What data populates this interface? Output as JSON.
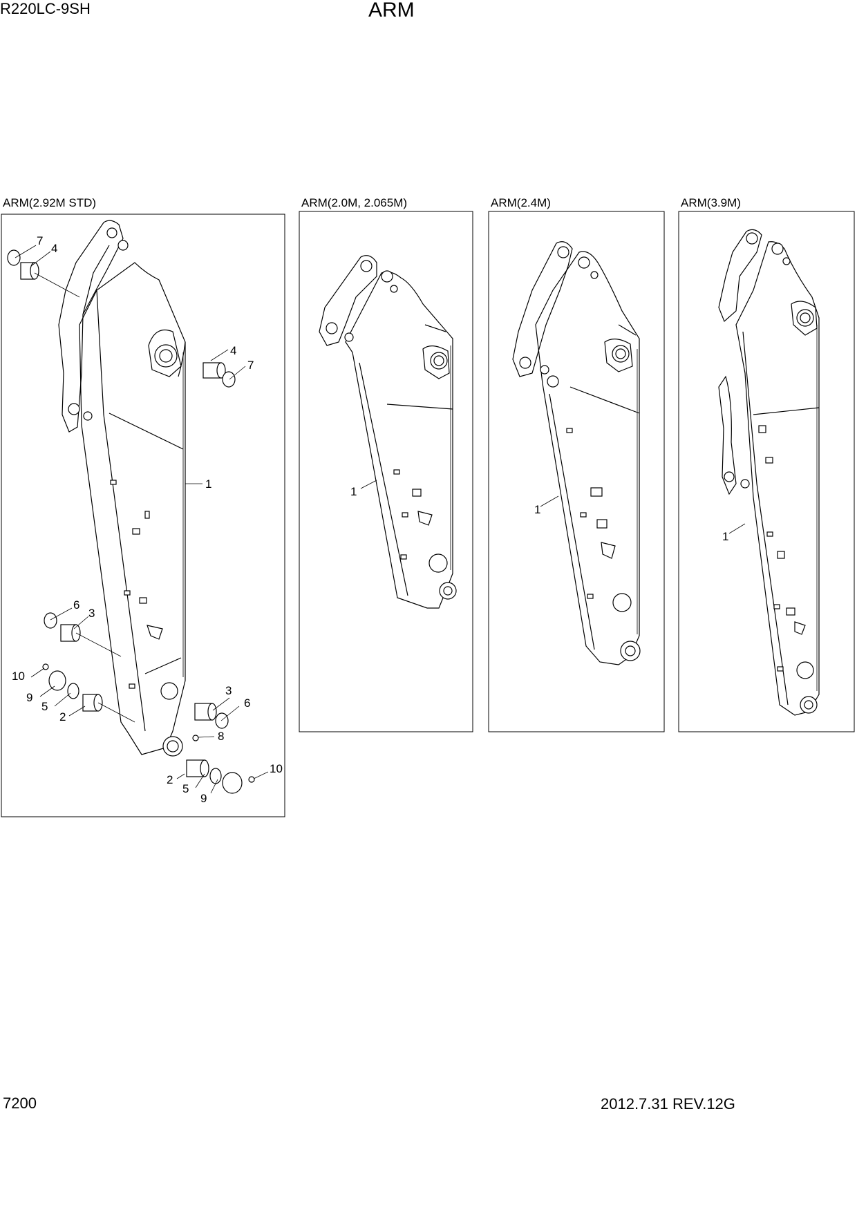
{
  "header": {
    "model": "R220LC-9SH",
    "title": "ARM"
  },
  "footer": {
    "page_number": "7200",
    "revision": "2012.7.31  REV.12G"
  },
  "panels": [
    {
      "label": "ARM(2.92M STD)"
    },
    {
      "label": "ARM(2.0M, 2.065M)"
    },
    {
      "label": "ARM(2.4M)"
    },
    {
      "label": "ARM(3.9M)"
    }
  ],
  "callouts": {
    "std": [
      "7",
      "4",
      "4",
      "7",
      "1",
      "6",
      "3",
      "10",
      "9",
      "5",
      "2",
      "3",
      "6",
      "8",
      "2",
      "5",
      "9",
      "10"
    ],
    "arm20": [
      "1"
    ],
    "arm24": [
      "1"
    ],
    "arm39": [
      "1"
    ]
  }
}
